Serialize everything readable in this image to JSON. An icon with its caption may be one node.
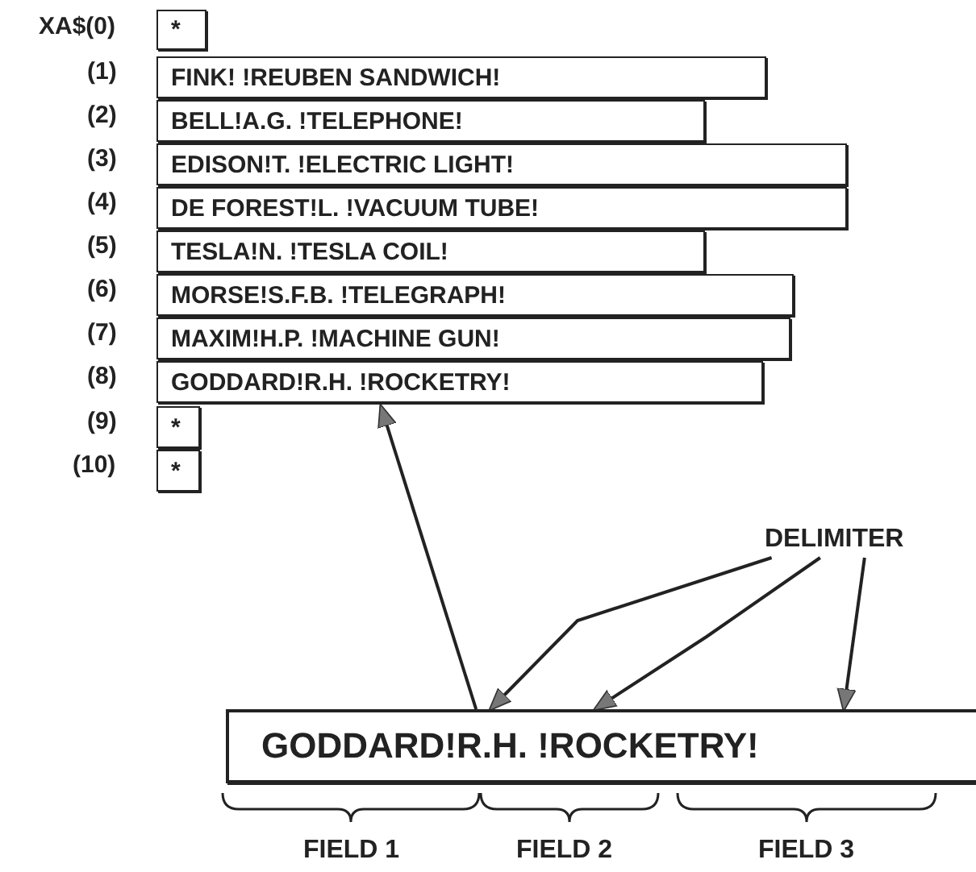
{
  "diagram": {
    "nodes": [
      {
        "text": [
          "*"
        ]
      },
      {
        "text": [
          "FINK! !REUBEN SANDWICH!"
        ]
      },
      {
        "text": [
          "BELL!A.G. !TELEPHONE!"
        ]
      },
      {
        "text": [
          "EDISON!T. !ELECTRIC LIGHT!"
        ]
      },
      {
        "text": [
          "DE FOREST!L. !VACUUM TUBE!"
        ]
      },
      {
        "text": [
          "TESLA!N. !TESLA COIL!"
        ]
      },
      {
        "text": [
          "MORSE!S.F.B. !TELEGRAPH!"
        ]
      },
      {
        "text": [
          "MAXIM!H.P. !MACHINE GUN!"
        ]
      },
      {
        "text": [
          "GODDARD!R.H. !ROCKETRY!"
        ]
      },
      {
        "text": [
          "*"
        ]
      },
      {
        "text": [
          "*"
        ]
      },
      {
        "text": [
          "GODDARD!R.H. !ROCKETRY!"
        ]
      },
      {
        "text": [
          "DELIMITER"
        ]
      }
    ],
    "edges": [
      {
        "from": 11,
        "to": 8,
        "arrow": "to"
      },
      {
        "from": 12,
        "to": 11,
        "arrow": "to"
      },
      {
        "from": 12,
        "to": 11,
        "arrow": "to"
      },
      {
        "from": 12,
        "to": 11,
        "arrow": "to"
      }
    ],
    "labels": [
      "XA$(0)",
      "(1)",
      "(2)",
      "(3)",
      "(4)",
      "(5)",
      "(6)",
      "(7)",
      "(8)",
      "(9)",
      "(10)",
      "FIELD 1",
      "FIELD 2",
      "FIELD 3"
    ]
  }
}
